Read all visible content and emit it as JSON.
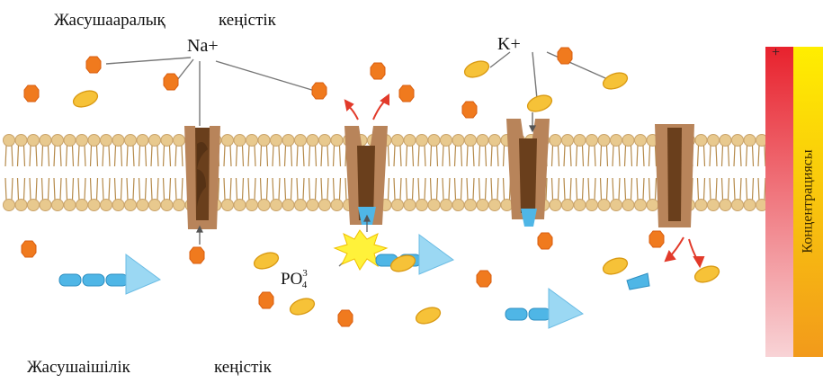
{
  "labels": {
    "extracellular_a": "Жасушааралық",
    "extracellular_b": "кеңістік",
    "sodium": "Na+",
    "potassium": "K+",
    "phosphate_base": "PO",
    "phosphate_sup": "3",
    "phosphate_sub": "4",
    "intracellular_a": "Жасушаішілік",
    "intracellular_b": "кеңістік",
    "concentration": "Концентрациясы",
    "bar_sign": "+"
  },
  "colors": {
    "sodium_ion": "#f07a1e",
    "potassium_ion": "#f6c238",
    "membrane_head": "#e8c98e",
    "channel_outer": "#b8845a",
    "channel_inner": "#6a3f1c",
    "atp": "#4fb6e6",
    "arrow": "#e23a2a",
    "bar_left_top": "#e8222d",
    "bar_left_bottom": "#f8d3d6",
    "bar_right_top": "#ffee00",
    "bar_right_bottom": "#f29a1b"
  }
}
